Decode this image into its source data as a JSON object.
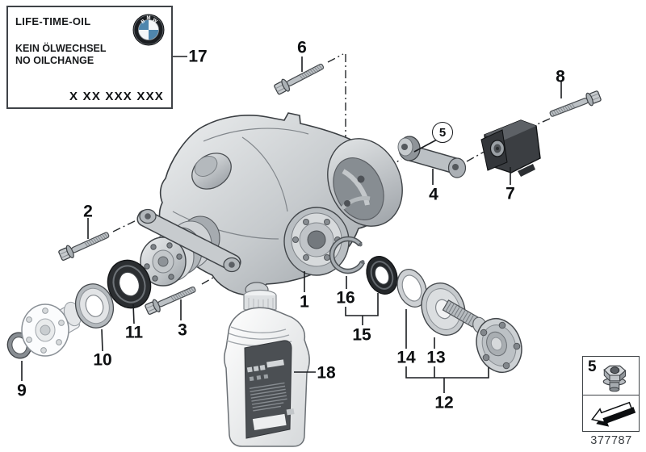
{
  "page": {
    "figure_number": "377787",
    "background": "#ffffff"
  },
  "info_box": {
    "title": "LIFE-TIME-OIL",
    "line_de": "KEIN ÖLWECHSEL",
    "line_en": "NO OILCHANGE",
    "part_code": "X XX XXX XXX",
    "callout": "17",
    "logo": {
      "name": "bmw-roundel-logo",
      "letters": {
        "b": "B",
        "m": "M",
        "w": "W"
      }
    }
  },
  "callouts": {
    "c1": "1",
    "c2": "2",
    "c3": "3",
    "c4": "4",
    "c5": "5",
    "c6": "6",
    "c7": "7",
    "c8": "8",
    "c9": "9",
    "c10": "10",
    "c11": "11",
    "c12": "12",
    "c13": "13",
    "c14": "14",
    "c15": "15",
    "c16": "16",
    "c17": "17",
    "c18": "18"
  },
  "legend": {
    "number": "5",
    "nut_icon": "flanged-nut-icon",
    "arrow_icon": "viewing-direction-arrow-icon"
  },
  "colors": {
    "line": "#26292c",
    "metal_light": "#e9ebec",
    "metal_mid": "#c6cacd",
    "metal_dark": "#9aa0a5",
    "rubber_dark": "#3b3e42",
    "seal_black": "#2b2e31",
    "bmw_blue": "#4f86ad",
    "bottle_label_grey": "#4b4f53"
  }
}
